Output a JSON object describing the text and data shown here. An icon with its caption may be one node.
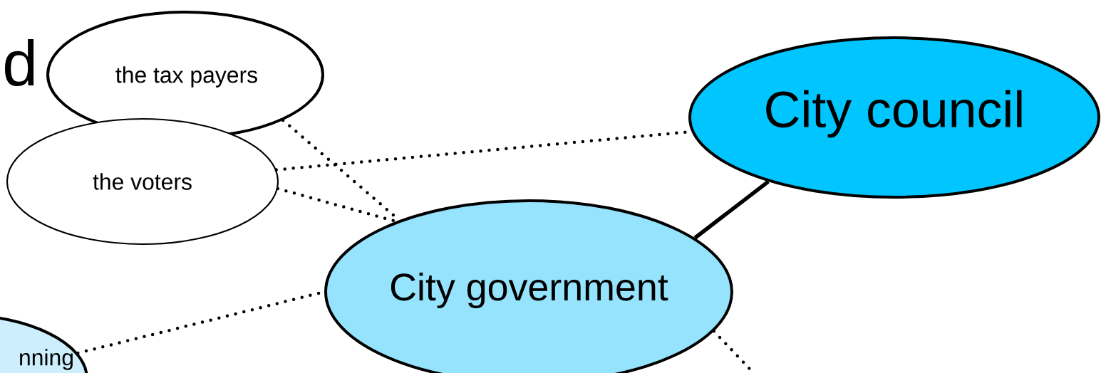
{
  "diagram": {
    "nodes": [
      {
        "text": [
          "the tax payers"
        ]
      },
      {
        "text": [
          "the voters"
        ]
      },
      {
        "text": [
          "City council"
        ]
      },
      {
        "text": [
          "City government"
        ]
      },
      {
        "text": [
          "nning"
        ]
      }
    ],
    "edges": [
      {
        "from": 0,
        "to": 3,
        "arrow": "none",
        "style": "dashed"
      },
      {
        "from": 1,
        "to": 2,
        "arrow": "none",
        "style": "dashed"
      },
      {
        "from": 1,
        "to": 3,
        "arrow": "none",
        "style": "dashed"
      },
      {
        "from": 4,
        "to": 3,
        "arrow": "none",
        "style": "dashed"
      },
      {
        "from": 2,
        "to": 3,
        "arrow": "none"
      },
      {
        "from": 3,
        "to": null,
        "arrow": "none",
        "style": "dashed"
      }
    ],
    "labels": [
      "d"
    ]
  }
}
